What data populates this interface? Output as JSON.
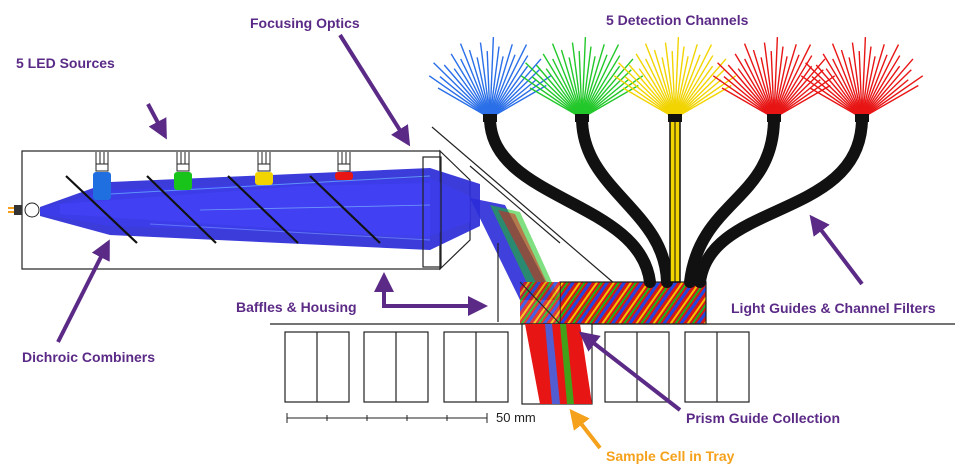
{
  "labels": {
    "led_sources": "5 LED Sources",
    "focusing_optics": "Focusing Optics",
    "detection_channels": "5 Detection Channels",
    "dichroic_combiners": "Dichroic Combiners",
    "baffles_housing": "Baffles & Housing",
    "light_guides": "Light Guides & Channel Filters",
    "prism_guide": "Prism Guide Collection",
    "sample_cell": "Sample Cell in Tray",
    "scale_bar": "50 mm"
  },
  "colors": {
    "annotation": "#5b2a86",
    "sample_label": "#f5a11b",
    "beam": "#2b2bd8",
    "led_channels": [
      "#1f6fe0",
      "#18c41a",
      "#f2d400",
      "#e81515"
    ],
    "fiber_channels": [
      "#2a6fe8",
      "#22c82a",
      "#f2d400",
      "#e81515",
      "#e81515"
    ]
  }
}
